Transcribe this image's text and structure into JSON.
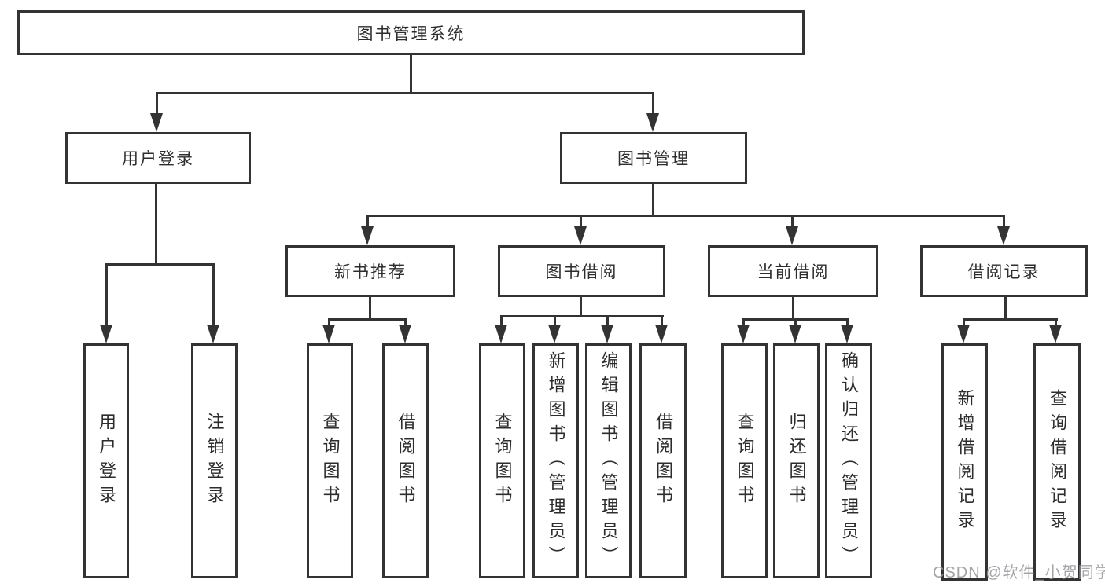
{
  "diagram": {
    "root": "图书管理系统",
    "user_login": {
      "label": "用户登录",
      "children": [
        "用户登录",
        "注销登录"
      ]
    },
    "book_management": {
      "label": "图书管理",
      "sections": [
        {
          "label": "新书推荐",
          "children": [
            "查询图书",
            "借阅图书"
          ]
        },
        {
          "label": "图书借阅",
          "children": [
            "查询图书",
            "新增图书（管理员）",
            "编辑图书（管理员）",
            "借阅图书"
          ]
        },
        {
          "label": "当前借阅",
          "children": [
            "查询图书",
            "归还图书",
            "确认归还（管理员）"
          ]
        },
        {
          "label": "借阅记录",
          "children": [
            "新增借阅记录",
            "查询借阅记录"
          ]
        }
      ]
    },
    "line_color": "#333333",
    "background": "#ffffff"
  },
  "watermark": {
    "text": "CSDN @软件_小贺同学"
  }
}
